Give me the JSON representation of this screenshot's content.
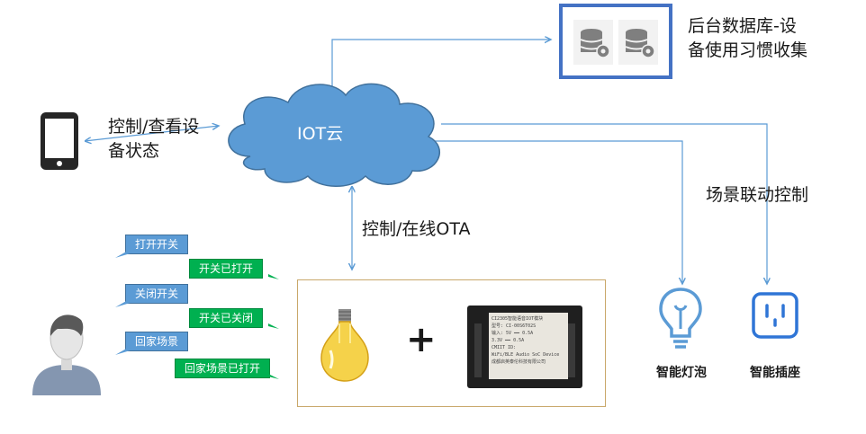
{
  "cloud": {
    "label": "IOT云"
  },
  "database": {
    "caption_line1": "后台数据库-设",
    "caption_line2": "备使用习惯收集"
  },
  "phone": {
    "caption_line1": "控制/查看设",
    "caption_line2": "备状态"
  },
  "ota": {
    "label": "控制/在线OTA"
  },
  "scene": {
    "label": "场景联动控制"
  },
  "devices": {
    "bulb_label": "智能灯泡",
    "socket_label": "智能插座"
  },
  "voice_commands": [
    {
      "command": "打开开关",
      "reply": "开关已打开"
    },
    {
      "command": "关闭开关",
      "reply": "开关已关闭"
    },
    {
      "command": "回家场景",
      "reply": "回家场景已打开"
    }
  ],
  "module": {
    "plus": "+",
    "lines": [
      "CI2305智能语音IOT模块",
      "型号: CI-00S6T02S",
      "输入: 5V ━━ 0.5A",
      "3.3V ━━ 0.5A",
      "CMIIT ID:",
      "WiFi/BLE Audio SoC Device",
      "成都启英泰伦科技有限公司"
    ]
  },
  "colors": {
    "accent_blue": "#4472c4",
    "cloud_blue": "#5b9bd5",
    "bubble_green": "#00b050",
    "wire_blue": "#5b9bd5"
  }
}
